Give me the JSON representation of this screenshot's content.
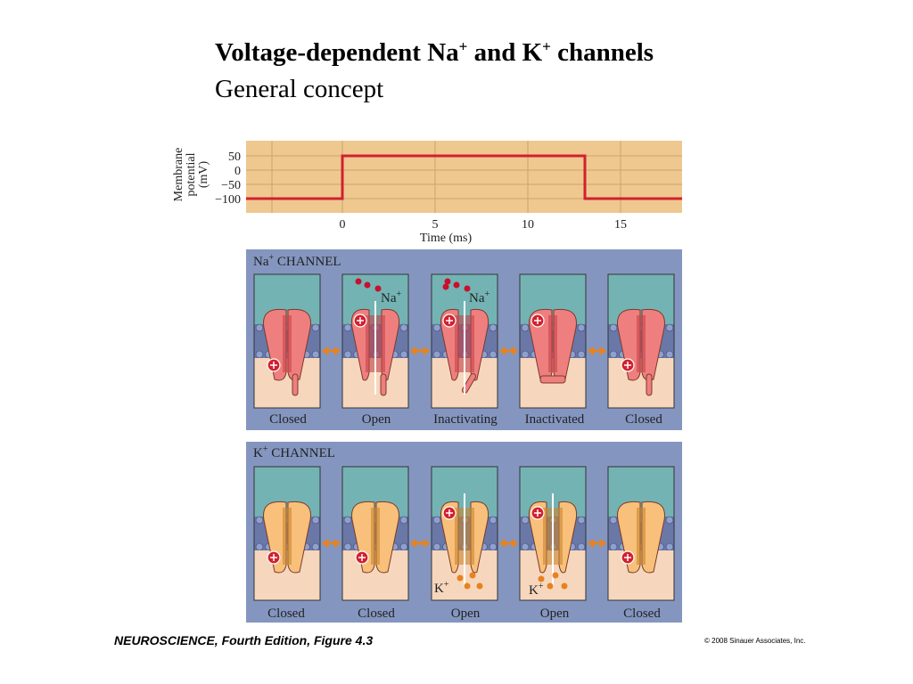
{
  "title": {
    "part1": "Voltage-dependent Na",
    "sup1": "+",
    "part2": " and K",
    "sup2": "+",
    "part3": " channels"
  },
  "subtitle": "General concept",
  "voltage_plot": {
    "ylabel_lines": [
      "Membrane",
      "potential",
      "(mV)"
    ],
    "yticks": [
      "50",
      "0",
      "−50",
      "−100"
    ],
    "xticks": [
      "0",
      "5",
      "10",
      "15"
    ],
    "xlabel": "Time (ms)",
    "trace_color": "#d2202f",
    "background_color": "#efc890"
  },
  "na_panel": {
    "header_main": "Na",
    "header_sup": "+",
    "header_rest": " CHANNEL",
    "ion_label": "Na",
    "ion_sup": "+",
    "states": [
      "Closed",
      "Open",
      "Inactivating",
      "Inactivated",
      "Closed"
    ],
    "channel_color": "#ef7f7f"
  },
  "k_panel": {
    "header_main": "K",
    "header_sup": "+",
    "header_rest": " CHANNEL",
    "ion_label": "K",
    "ion_sup": "+",
    "states": [
      "Closed",
      "Closed",
      "Open",
      "Open",
      "Closed"
    ],
    "channel_color": "#f8c07a"
  },
  "footer": "NEUROSCIENCE, Fourth Edition, Figure 4.3",
  "copyright": "© 2008 Sinauer Associates, Inc."
}
